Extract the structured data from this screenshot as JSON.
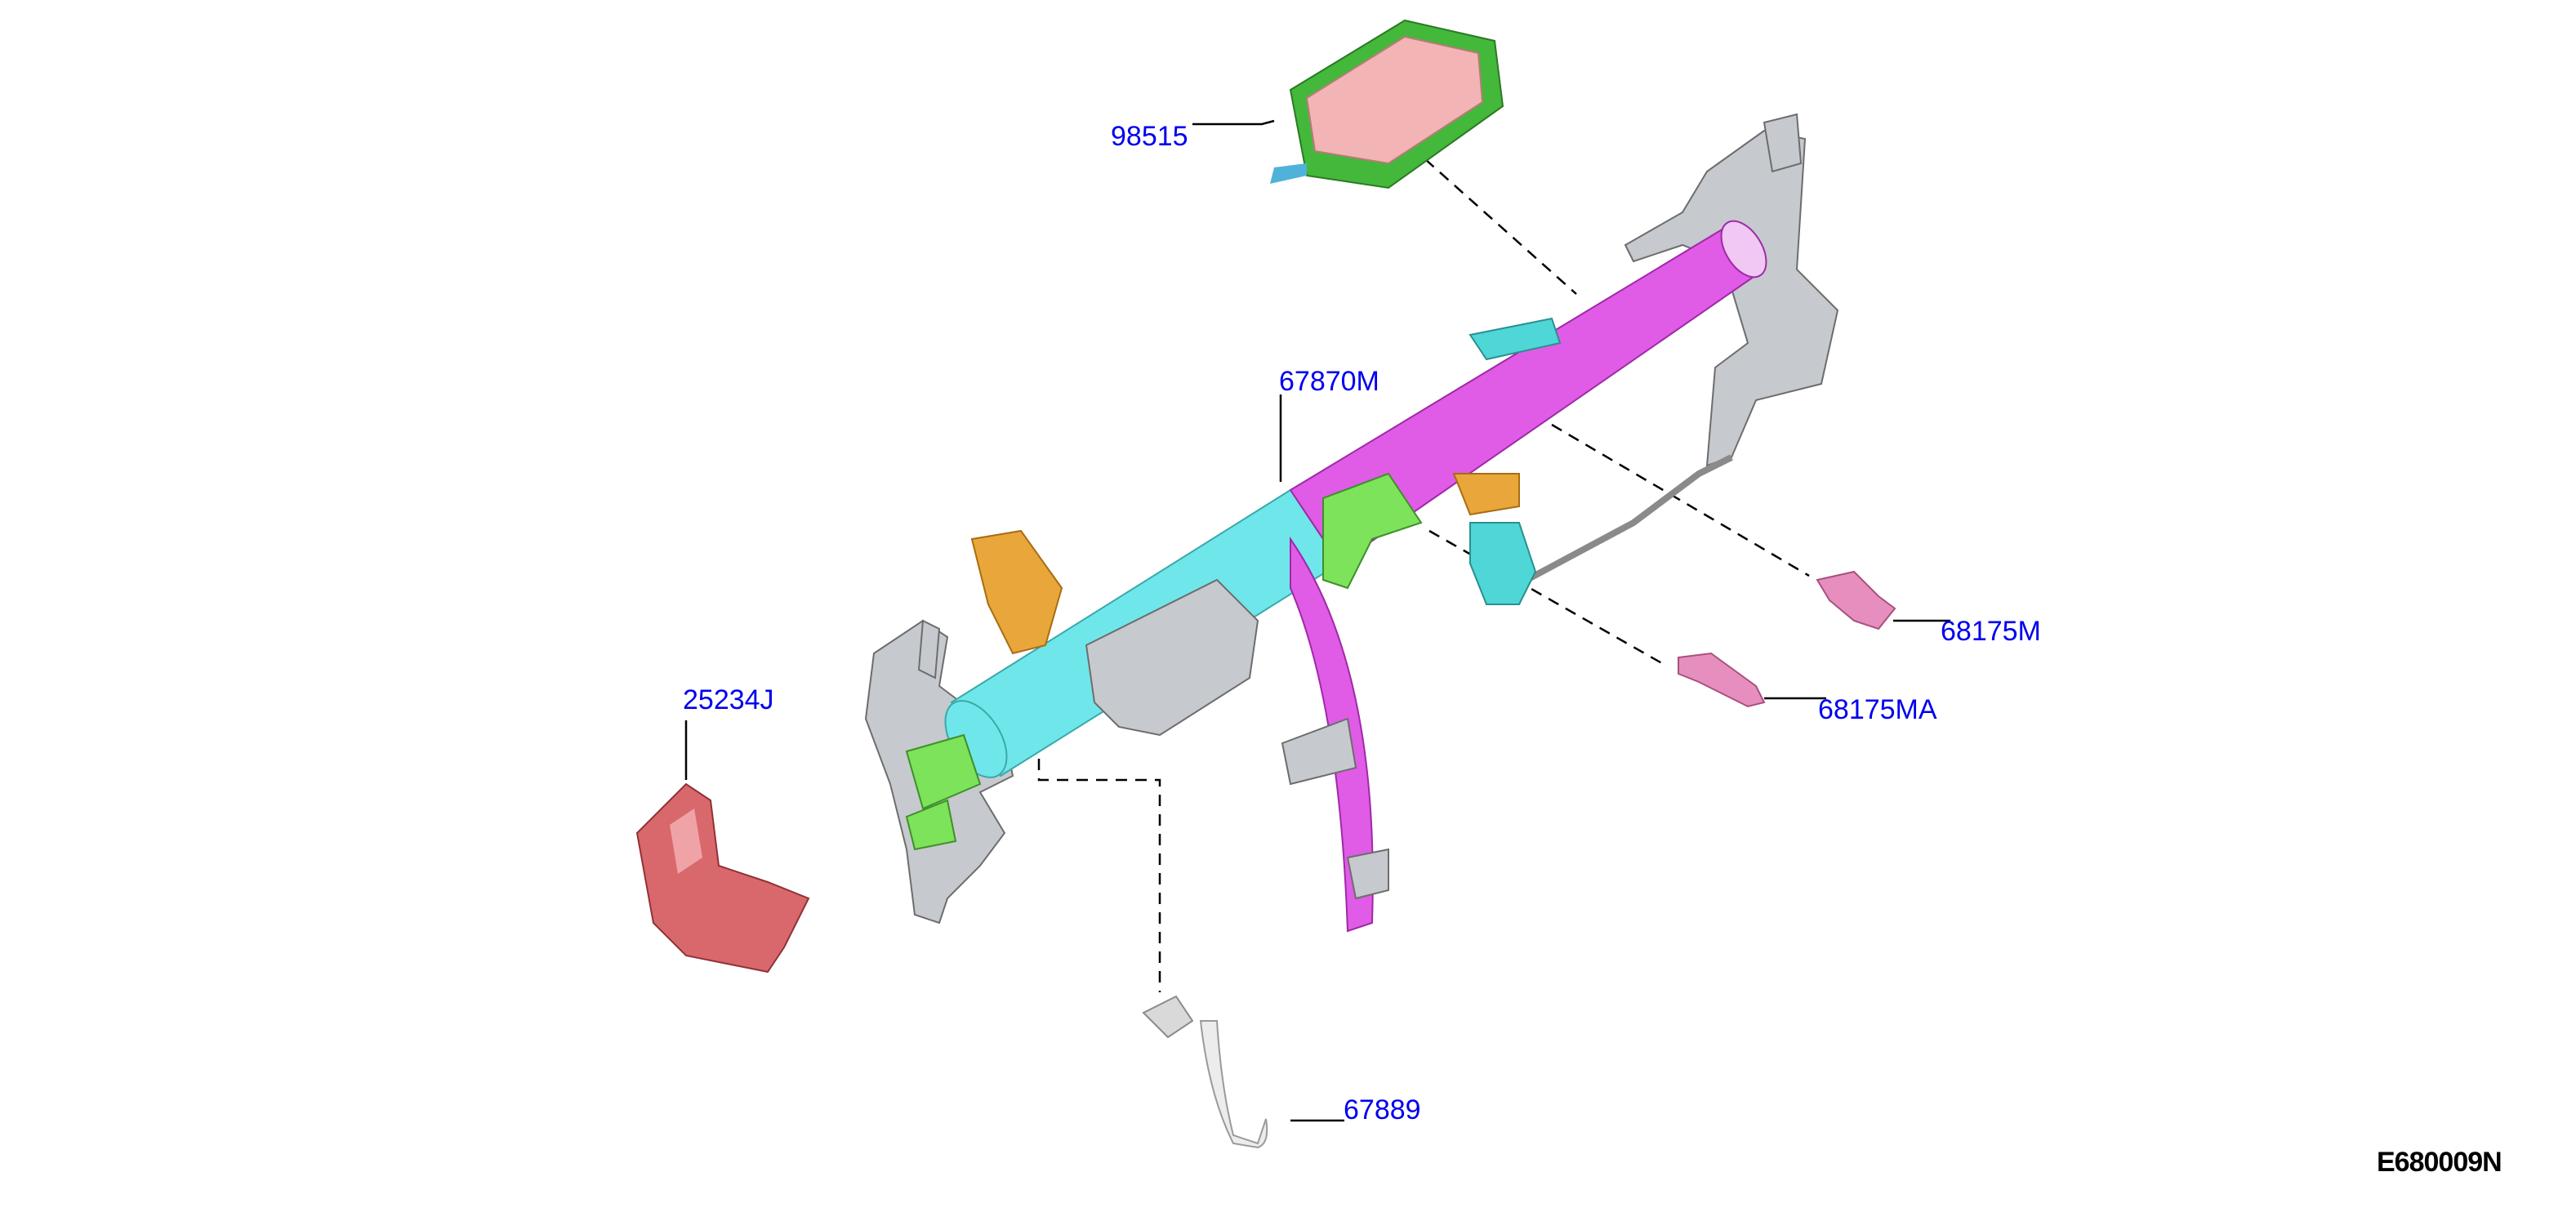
{
  "diagram": {
    "drawing_code": "E680009N",
    "colors": {
      "label": "#0000ee",
      "leader": "#000000",
      "bracket_gray": "#c6c9ce",
      "tube_cyan": "#6fe7ea",
      "tube_magenta": "#e05be6",
      "airbag_green": "#43b83a",
      "airbag_pink": "#f2b4b4",
      "part_red": "#d9686d",
      "clip_pink": "#e68fbf",
      "bracket_orange": "#e9a63a",
      "bracket_green": "#7ce35a",
      "bracket_teal": "#4fd6d6",
      "pipe_white": "#ececec"
    },
    "parts": [
      {
        "id": "p98515",
        "label": "98515",
        "icon": "airbag-module-icon"
      },
      {
        "id": "p67870M",
        "label": "67870M",
        "icon": "steering-member-icon"
      },
      {
        "id": "p68175M",
        "label": "68175M",
        "icon": "bracket-icon"
      },
      {
        "id": "p68175MA",
        "label": "68175MA",
        "icon": "bracket-icon"
      },
      {
        "id": "p25234J",
        "label": "25234J",
        "icon": "bracket-icon"
      },
      {
        "id": "p67889",
        "label": "67889",
        "icon": "pipe-icon"
      }
    ]
  }
}
